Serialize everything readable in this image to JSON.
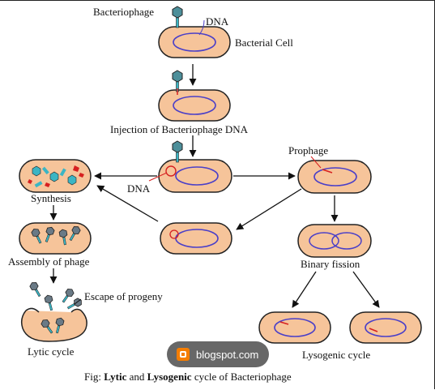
{
  "labels": {
    "bacteriophage": "Bacteriophage",
    "dna_top": "DNA",
    "bacterial_cell": "Bacterial Cell",
    "injection": "Injection of Bacteriophage DNA",
    "dna_mid": "DNA",
    "prophage": "Prophage",
    "synthesis": "Synthesis",
    "assembly": "Assembly of phage",
    "escape": "Escape of progeny",
    "lytic": "Lytic cycle",
    "binary_fission": "Binary fission",
    "lysogenic": "Lysogenic cycle"
  },
  "caption": {
    "prefix": "Fig: ",
    "lytic": "Lytic",
    "and": " and ",
    "lysogenic": "Lysogenic",
    "suffix": " cycle of Bacteriophage"
  },
  "watermark": {
    "text": "blogspot.com",
    "icon": "blogger-icon"
  },
  "colors": {
    "cell_fill": "#f6c49a",
    "cell_stroke": "#222222",
    "dna": "#4a3fc8",
    "phage_dna": "#d62020",
    "phage_head": "#3bb5c4",
    "arrow": "#111111"
  }
}
